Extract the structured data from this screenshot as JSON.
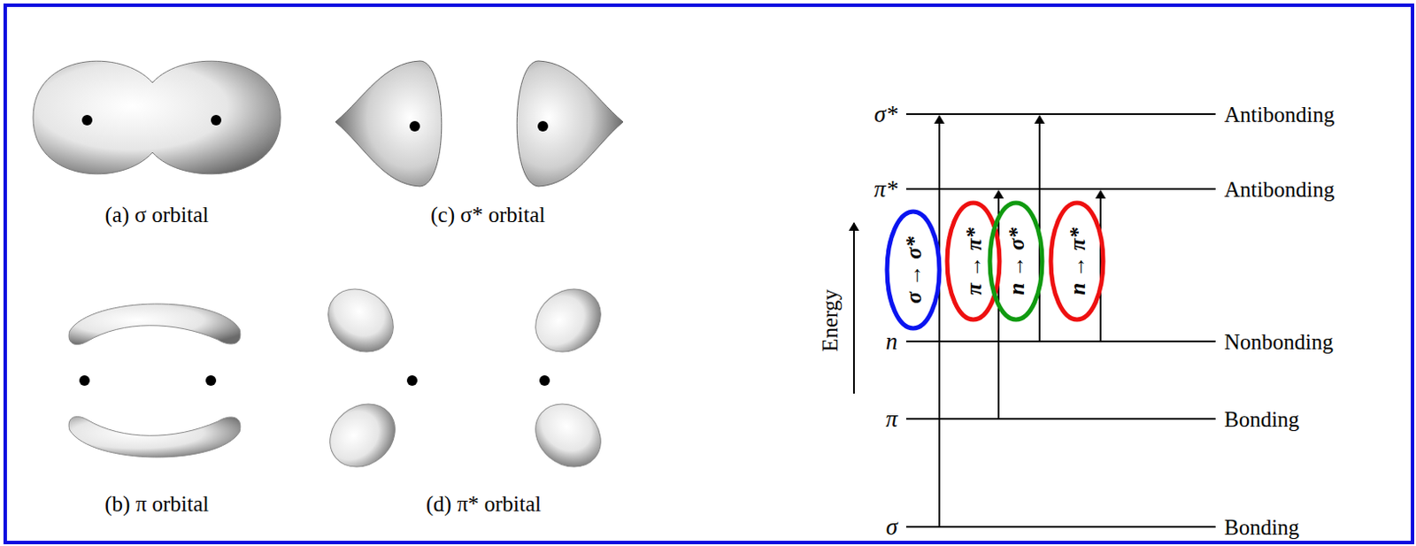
{
  "diagram": {
    "nodes": [
      {
        "text": [
          "σ → σ*"
        ]
      },
      {
        "text": [
          "π → π*"
        ]
      },
      {
        "text": [
          "n → σ*"
        ]
      },
      {
        "text": [
          "n → π*"
        ]
      }
    ],
    "labels": [
      "(a) σ orbital",
      "(c) σ* orbital",
      "(b) π orbital",
      "(d) π* orbital",
      "σ*",
      "π*",
      "n",
      "π",
      "σ",
      "Antibonding",
      "Antibonding",
      "Nonbonding",
      "Bonding",
      "Bonding",
      "Energy"
    ]
  }
}
